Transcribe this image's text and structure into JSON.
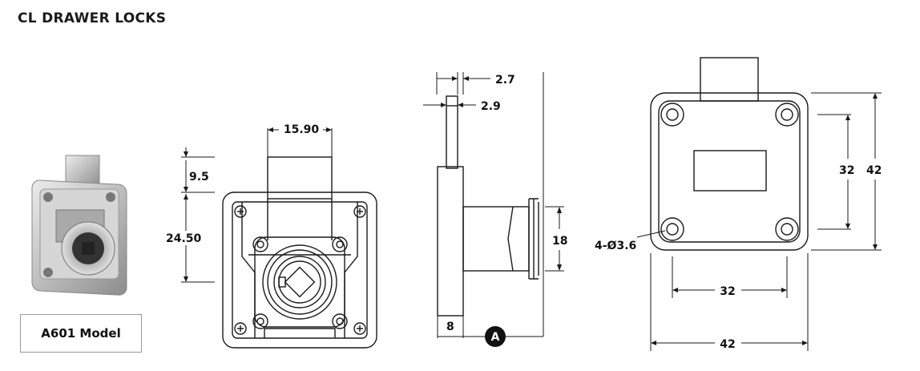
{
  "title": "CL DRAWER LOCKS",
  "model_label": "A601 Model",
  "front_view": {
    "dim_width": "15.90",
    "dim_top": "9.5",
    "dim_height": "24.50"
  },
  "side_view": {
    "dim_a": "2.7",
    "dim_b": "2.9",
    "dim_cyl": "18",
    "dim_base": "8",
    "marker": "A"
  },
  "back_view": {
    "dim_hole_v": "32",
    "dim_total_v": "42",
    "dim_hole_h": "32",
    "dim_total_h": "42",
    "holes_label": "4-Ø3.6"
  },
  "colors": {
    "line": "#1a1a1a",
    "marker_bg": "#111111",
    "photo_metal": "#c9c9c9"
  }
}
